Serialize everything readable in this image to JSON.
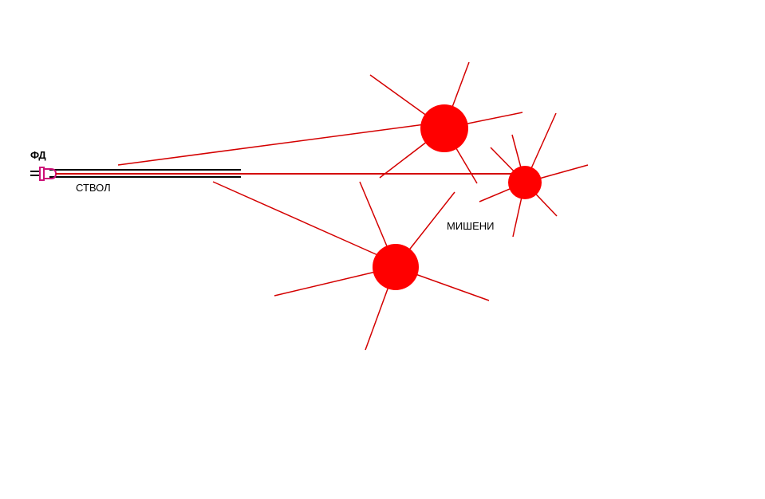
{
  "labels": {
    "photodiode": "ФД",
    "barrel": "СТВОЛ",
    "targets": "МИШЕНИ"
  },
  "colors": {
    "beam": "#d40000",
    "target": "#ff0000",
    "barrel": "#000000",
    "photodiode": "#cc1177",
    "background": "#ffffff"
  },
  "diagram": {
    "elements": [
      "photodiode",
      "barrel",
      "laser-beam",
      "scattered-beams",
      "target-1",
      "target-2",
      "target-3"
    ]
  }
}
